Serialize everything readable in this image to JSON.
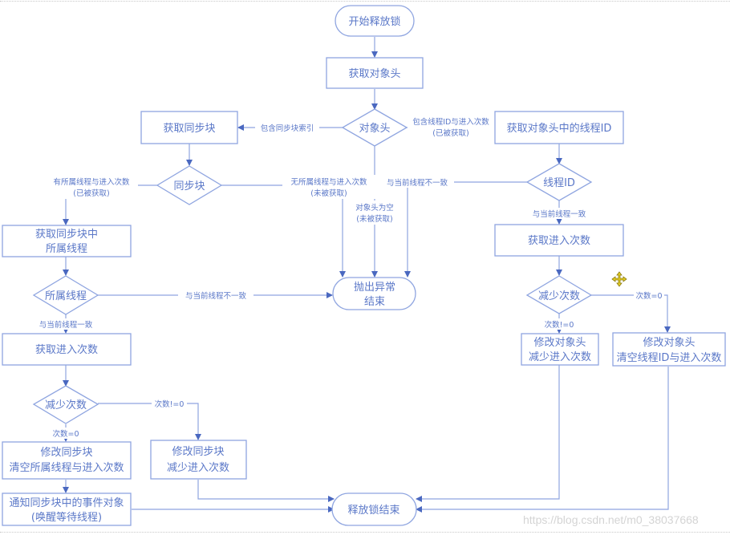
{
  "nodes": {
    "start": "开始释放锁",
    "get_header": "获取对象头",
    "header_decision": "对象头",
    "get_sync_block": "获取同步块",
    "sync_block_decision": "同步块",
    "get_owner_line1": "获取同步块中",
    "get_owner_line2": "所属线程",
    "owner_decision": "所属线程",
    "left_get_count": "获取进入次数",
    "left_decrement": "减少次数",
    "left_clear_line1": "修改同步块",
    "left_clear_line2": "清空所属线程与进入次数",
    "left_reduce_line1": "修改同步块",
    "left_reduce_line2": "减少进入次数",
    "notify_line1": "通知同步块中的事件对象",
    "notify_line2": "(唤醒等待线程)",
    "exception_line1": "抛出异常",
    "exception_line2": "结束",
    "end": "释放锁结束",
    "get_thread_id": "获取对象头中的线程ID",
    "thread_id_decision": "线程ID",
    "right_get_count": "获取进入次数",
    "right_decrement": "减少次数",
    "right_reduce_line1": "修改对象头",
    "right_reduce_line2": "减少进入次数",
    "right_clear_line1": "修改对象头",
    "right_clear_line2": "清空线程ID与进入次数"
  },
  "edges": {
    "contains_sync_index": "包含同步块索引",
    "contains_thread_line1": "包含线程ID与进入次数",
    "contains_thread_line2": "(已被获取)",
    "has_owner_line1": "有所属线程与进入次数",
    "has_owner_line2": "(已被获取)",
    "no_owner_line1": "无所属线程与进入次数",
    "no_owner_line2": "(未被获取)",
    "header_empty_line1": "对象头为空",
    "header_empty_line2": "(未被获取)",
    "thread_mismatch": "与当前线程不一致",
    "thread_match": "与当前线程一致",
    "owner_mismatch": "与当前线程不一致",
    "owner_match": "与当前线程一致",
    "left_count_zero": "次数=0",
    "left_count_nonzero": "次数!=0",
    "right_count_nonzero": "次数!=0",
    "right_count_zero": "次数=0"
  },
  "watermark": "https://blog.csdn.net/m0_38037668",
  "colors": {
    "stroke": "#8fa5e0",
    "text": "#5b78c8",
    "arrow": "#4a68c0"
  }
}
